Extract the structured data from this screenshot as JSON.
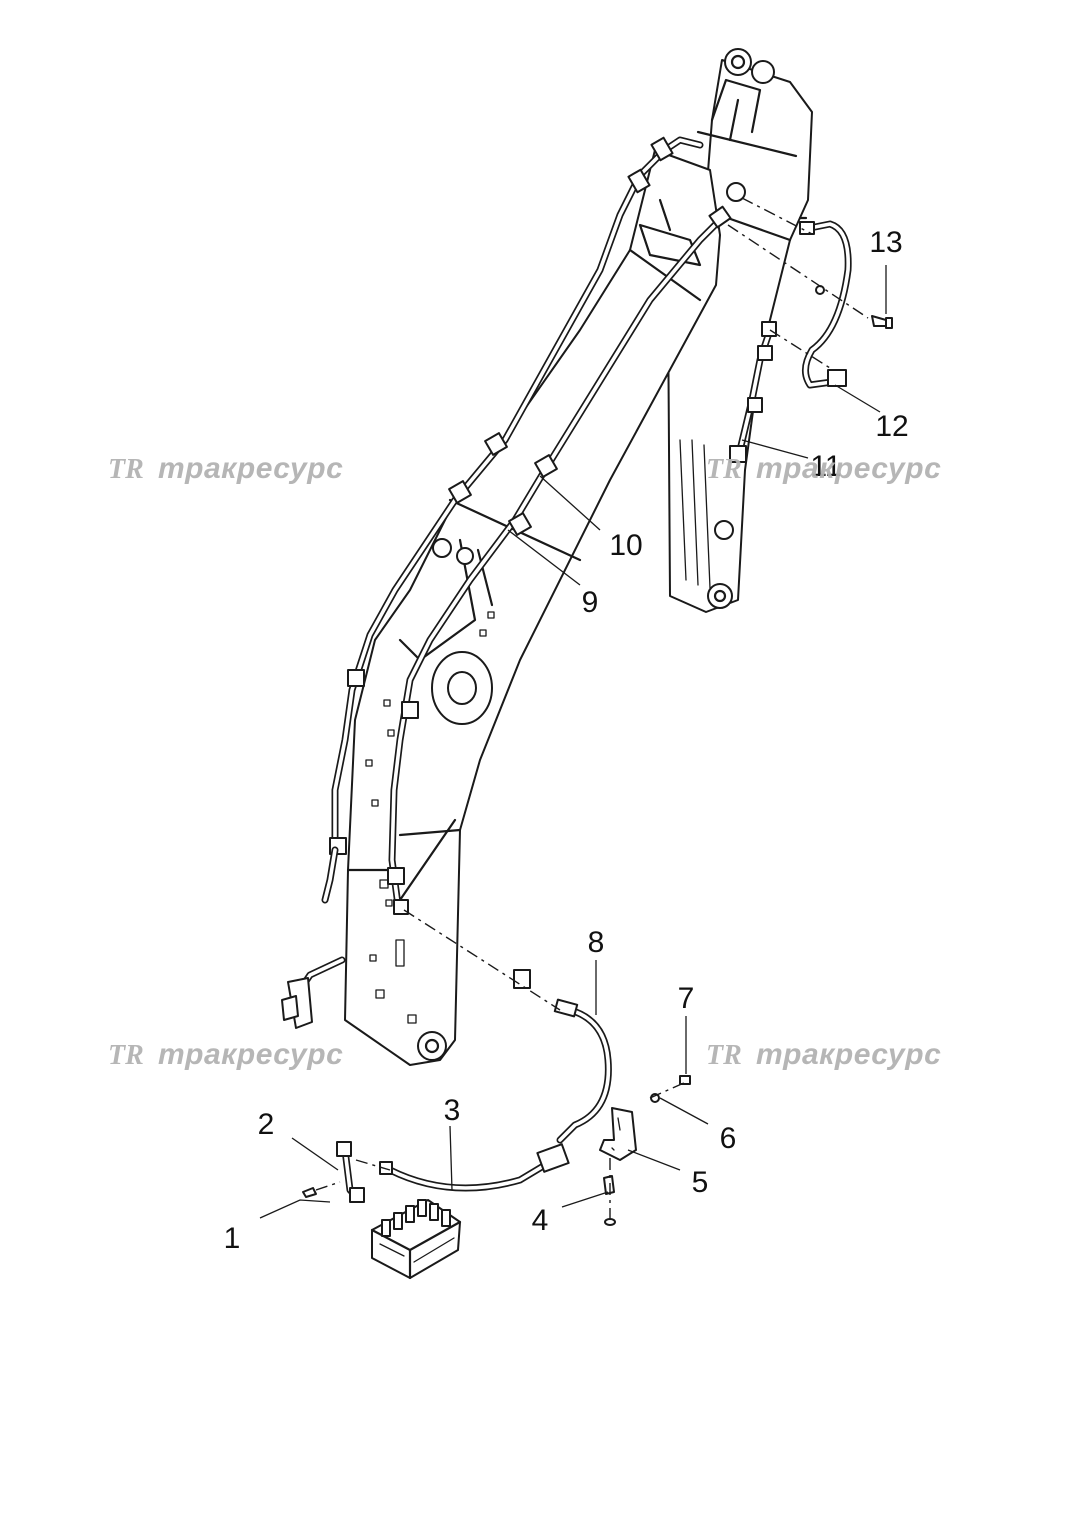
{
  "diagram": {
    "callouts": [
      {
        "id": "1",
        "label": "1"
      },
      {
        "id": "2",
        "label": "2"
      },
      {
        "id": "3",
        "label": "3"
      },
      {
        "id": "4",
        "label": "4"
      },
      {
        "id": "5",
        "label": "5"
      },
      {
        "id": "6",
        "label": "6"
      },
      {
        "id": "7",
        "label": "7"
      },
      {
        "id": "8",
        "label": "8"
      },
      {
        "id": "9",
        "label": "9"
      },
      {
        "id": "10",
        "label": "10"
      },
      {
        "id": "11",
        "label": "11"
      },
      {
        "id": "12",
        "label": "12"
      },
      {
        "id": "13",
        "label": "13"
      }
    ]
  },
  "watermark": {
    "logo": "TR",
    "text": "тракресурс",
    "color": "#b3b3b3"
  }
}
